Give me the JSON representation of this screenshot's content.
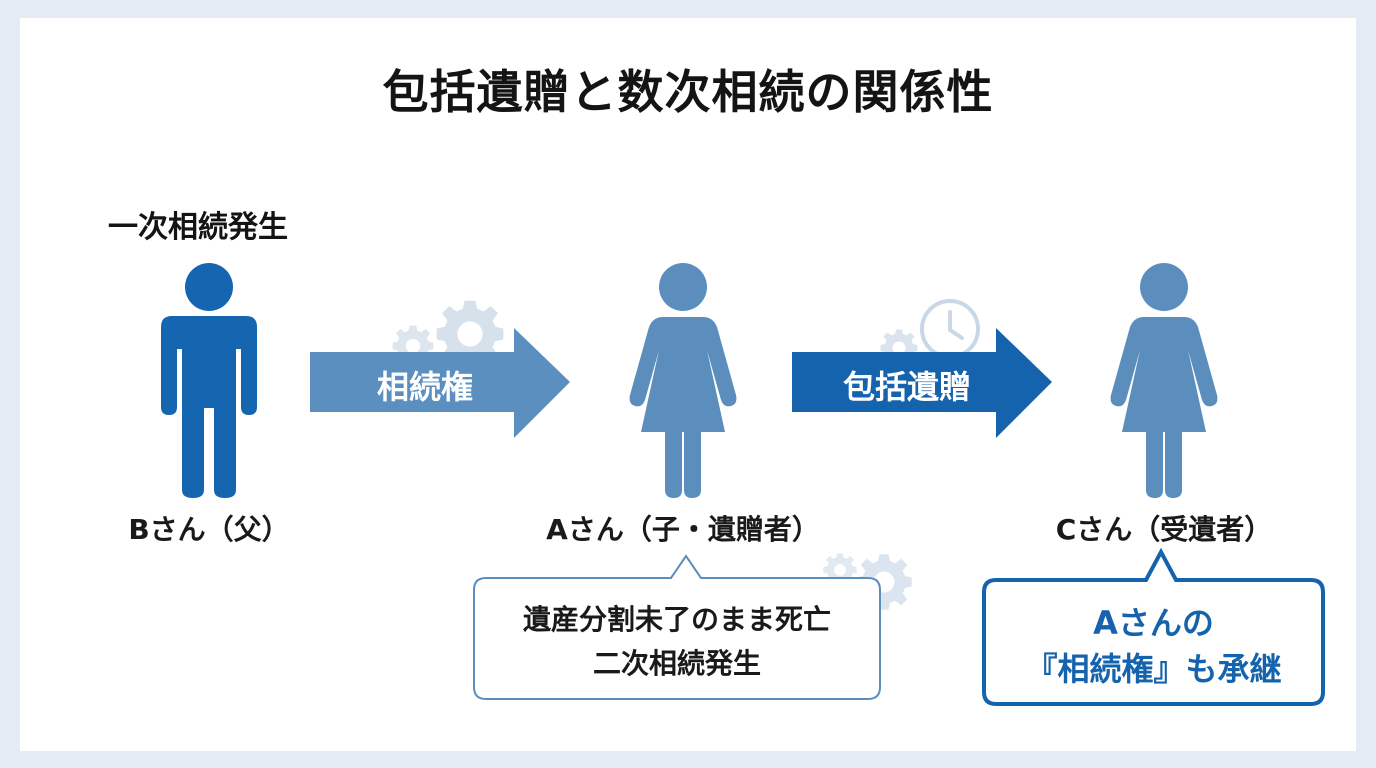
{
  "title": "包括遺贈と数次相続の関係性",
  "first_inheritance_label": "一次相続発生",
  "persons": [
    {
      "id": "b",
      "label": "Bさん（父）",
      "figure": "male-figure-icon"
    },
    {
      "id": "a",
      "label": "Aさん（子・遺贈者）",
      "figure": "female-figure-icon"
    },
    {
      "id": "c",
      "label": "Cさん（受遺者）",
      "figure": "female-figure-icon"
    }
  ],
  "arrows": [
    {
      "label": "相続権",
      "color": "#5a8fc0"
    },
    {
      "label": "包括遺贈",
      "color": "#1563ad"
    }
  ],
  "callouts": {
    "a_note": {
      "line1": "遺産分割未了のまま死亡",
      "line2": "二次相続発生"
    },
    "c_note": {
      "line1": "Aさんの",
      "line2": "『相続権』も承継"
    }
  },
  "colors": {
    "male": "#1565b0",
    "female": "#5b8ebd",
    "arrow_light": "#5a8fc0",
    "arrow_dark": "#1563ad",
    "accent_border": "#1563ad",
    "gear": "#d3deea"
  }
}
